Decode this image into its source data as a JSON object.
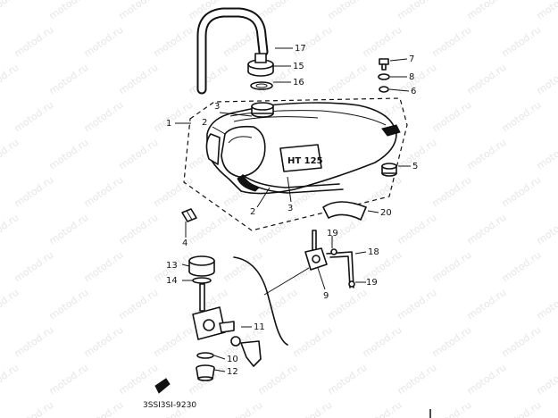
{
  "watermark": "motod.ru",
  "callouts": {
    "c1": "1",
    "c2a": "2",
    "c2b": "2",
    "c3a": "3",
    "c3b": "3",
    "c4": "4",
    "c5": "5",
    "c6": "6",
    "c7": "7",
    "c8": "8",
    "c9": "9",
    "c10": "10",
    "c11": "11",
    "c12": "12",
    "c13": "13",
    "c14": "14",
    "c15": "15",
    "c16": "16",
    "c17": "17",
    "c18": "18",
    "c19a": "19",
    "c19b": "19",
    "c20": "20"
  },
  "emblem_text": "HT 125",
  "drawing_code": "3SSI3SI-9230"
}
